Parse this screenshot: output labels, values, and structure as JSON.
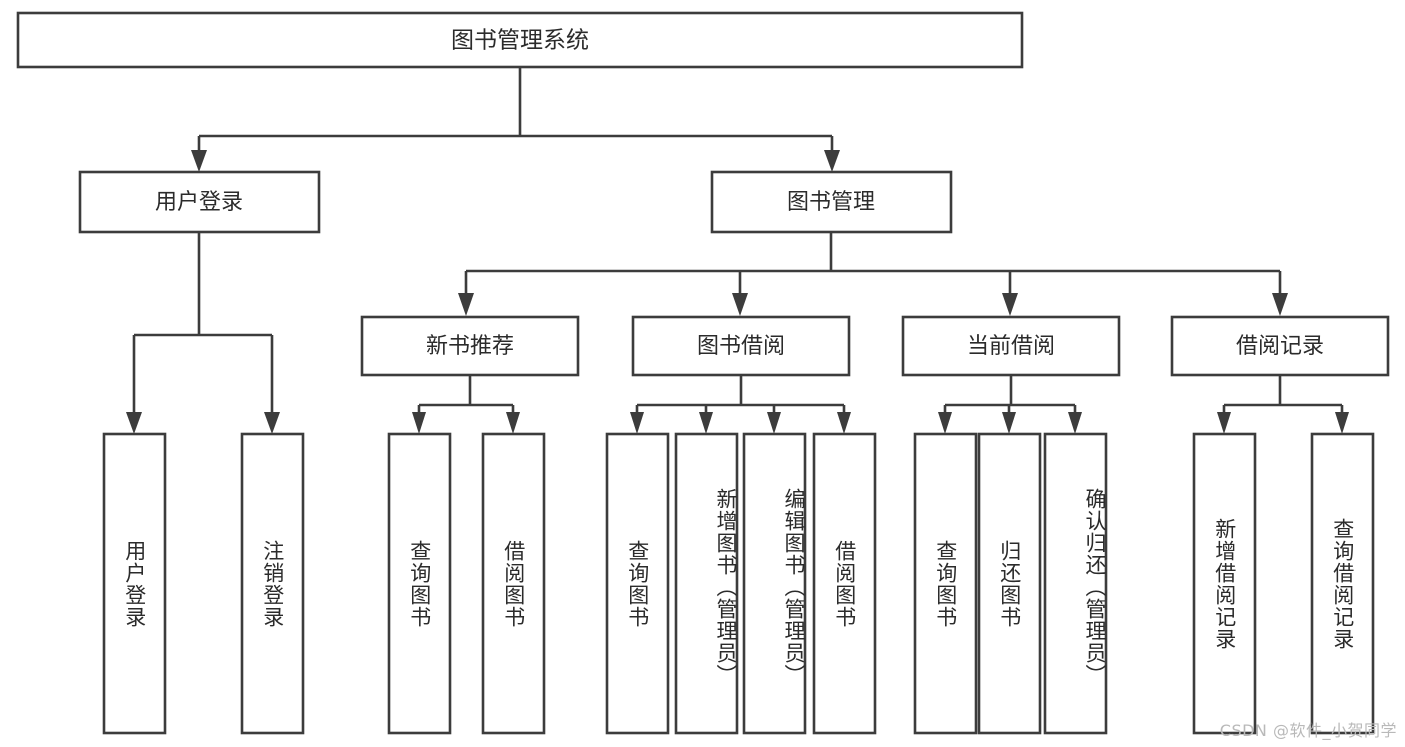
{
  "diagram": {
    "type": "tree",
    "title": "图书管理系统",
    "watermark": "CSDN @软件_小贺同学",
    "colors": {
      "box_stroke": "#3c3c3c",
      "box_fill": "#ffffff",
      "text": "#2b2b2b",
      "background": "#ffffff",
      "watermark": "#b9b9b9"
    },
    "root": {
      "label": "图书管理系统"
    },
    "level2": [
      {
        "label": "用户登录"
      },
      {
        "label": "图书管理"
      }
    ],
    "level3": [
      {
        "label": "新书推荐"
      },
      {
        "label": "图书借阅"
      },
      {
        "label": "当前借阅"
      },
      {
        "label": "借阅记录"
      }
    ],
    "leaves": {
      "user_login": [
        {
          "label": "用户登录"
        },
        {
          "label": "注销登录"
        }
      ],
      "new_book_recommend": [
        {
          "label": "查询图书"
        },
        {
          "label": "借阅图书"
        }
      ],
      "book_borrow": [
        {
          "label": "查询图书"
        },
        {
          "label": "新增图书（管理员）"
        },
        {
          "label": "编辑图书（管理员）"
        },
        {
          "label": "借阅图书"
        }
      ],
      "current_borrow": [
        {
          "label": "查询图书"
        },
        {
          "label": "归还图书"
        },
        {
          "label": "确认归还（管理员）"
        }
      ],
      "borrow_record": [
        {
          "label": "新增借阅记录"
        },
        {
          "label": "查询借阅记录"
        }
      ]
    }
  }
}
